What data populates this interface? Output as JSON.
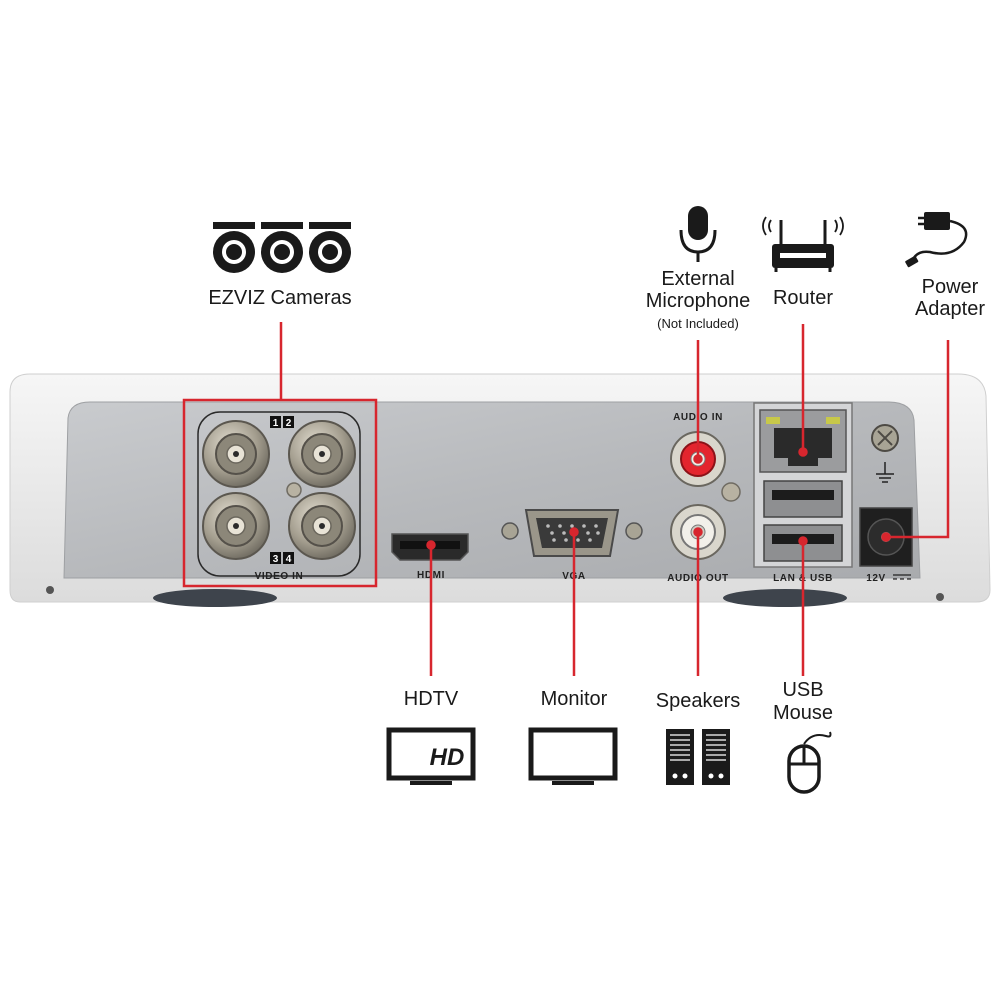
{
  "labels": {
    "cameras": "EZVIZ Cameras",
    "microphone_line1": "External",
    "microphone_line2": "Microphone",
    "microphone_note": "(Not Included)",
    "router": "Router",
    "power_line1": "Power",
    "power_line2": "Adapter",
    "hdtv": "HDTV",
    "monitor": "Monitor",
    "speakers": "Speakers",
    "usb_line1": "USB",
    "usb_line2": "Mouse"
  },
  "device_labels": {
    "audio_in": "AUDIO IN",
    "audio_out": "AUDIO OUT",
    "video_in": "VIDEO IN",
    "hdmi": "HDMI",
    "vga": "VGA",
    "lan_usb": "LAN & USB",
    "power_12v": "12V",
    "ch1": "1",
    "ch2": "2",
    "ch3": "3",
    "ch4": "4",
    "hd_badge": "HD"
  },
  "colors": {
    "accent_red": "#d7262e",
    "panel_gray": "#b9bbbe",
    "shell_white": "#ececec"
  },
  "icons": [
    "camera-icon",
    "microphone-icon",
    "router-icon",
    "power-adapter-icon",
    "hdtv-icon",
    "monitor-icon",
    "speakers-icon",
    "mouse-icon"
  ]
}
